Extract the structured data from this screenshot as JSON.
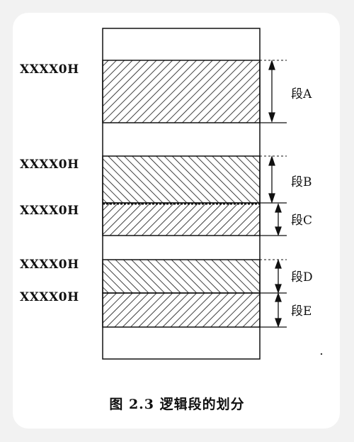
{
  "address_labels": [
    "XXXX0H",
    "XXXX0H",
    "XXXX0H",
    "XXXX0H",
    "XXXX0H"
  ],
  "segments": [
    {
      "label": "段A",
      "hatch": "back"
    },
    {
      "label": "段B",
      "hatch": "forward"
    },
    {
      "label": "段C",
      "hatch": "back"
    },
    {
      "label": "段D",
      "hatch": "forward"
    },
    {
      "label": "段E",
      "hatch": "back"
    }
  ],
  "caption": "图 2.3  逻辑段的划分",
  "colors": {
    "line": "#111111",
    "background": "#ffffff",
    "page": "#f2f2f2"
  }
}
